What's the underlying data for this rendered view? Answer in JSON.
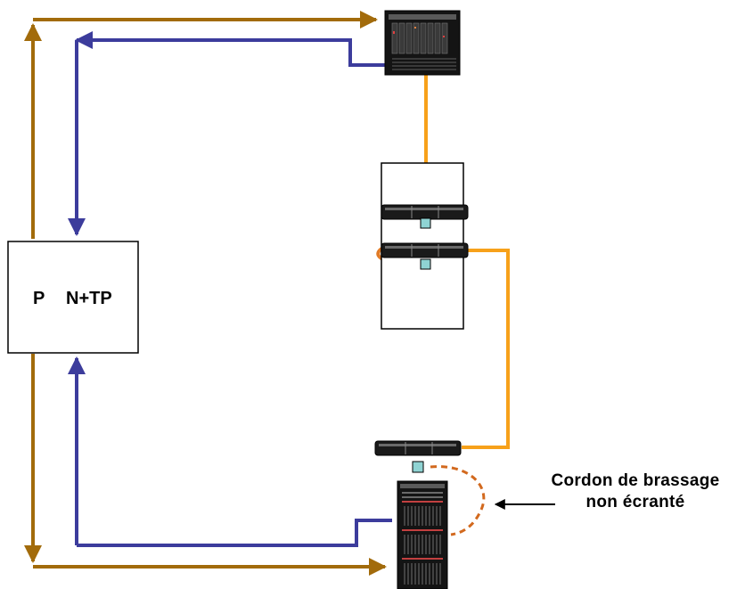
{
  "box": {
    "label_left": "P",
    "label_right": "N+TP"
  },
  "annotation": {
    "line1": "Cordon de brassage",
    "line2": "non écranté"
  },
  "colors": {
    "brown": "#A26B0B",
    "blue": "#3C3C9C",
    "orange": "#F7A11A",
    "patch_orange": "#E07B27",
    "dashed": "#D2691E",
    "port": "#8FD3D3"
  }
}
